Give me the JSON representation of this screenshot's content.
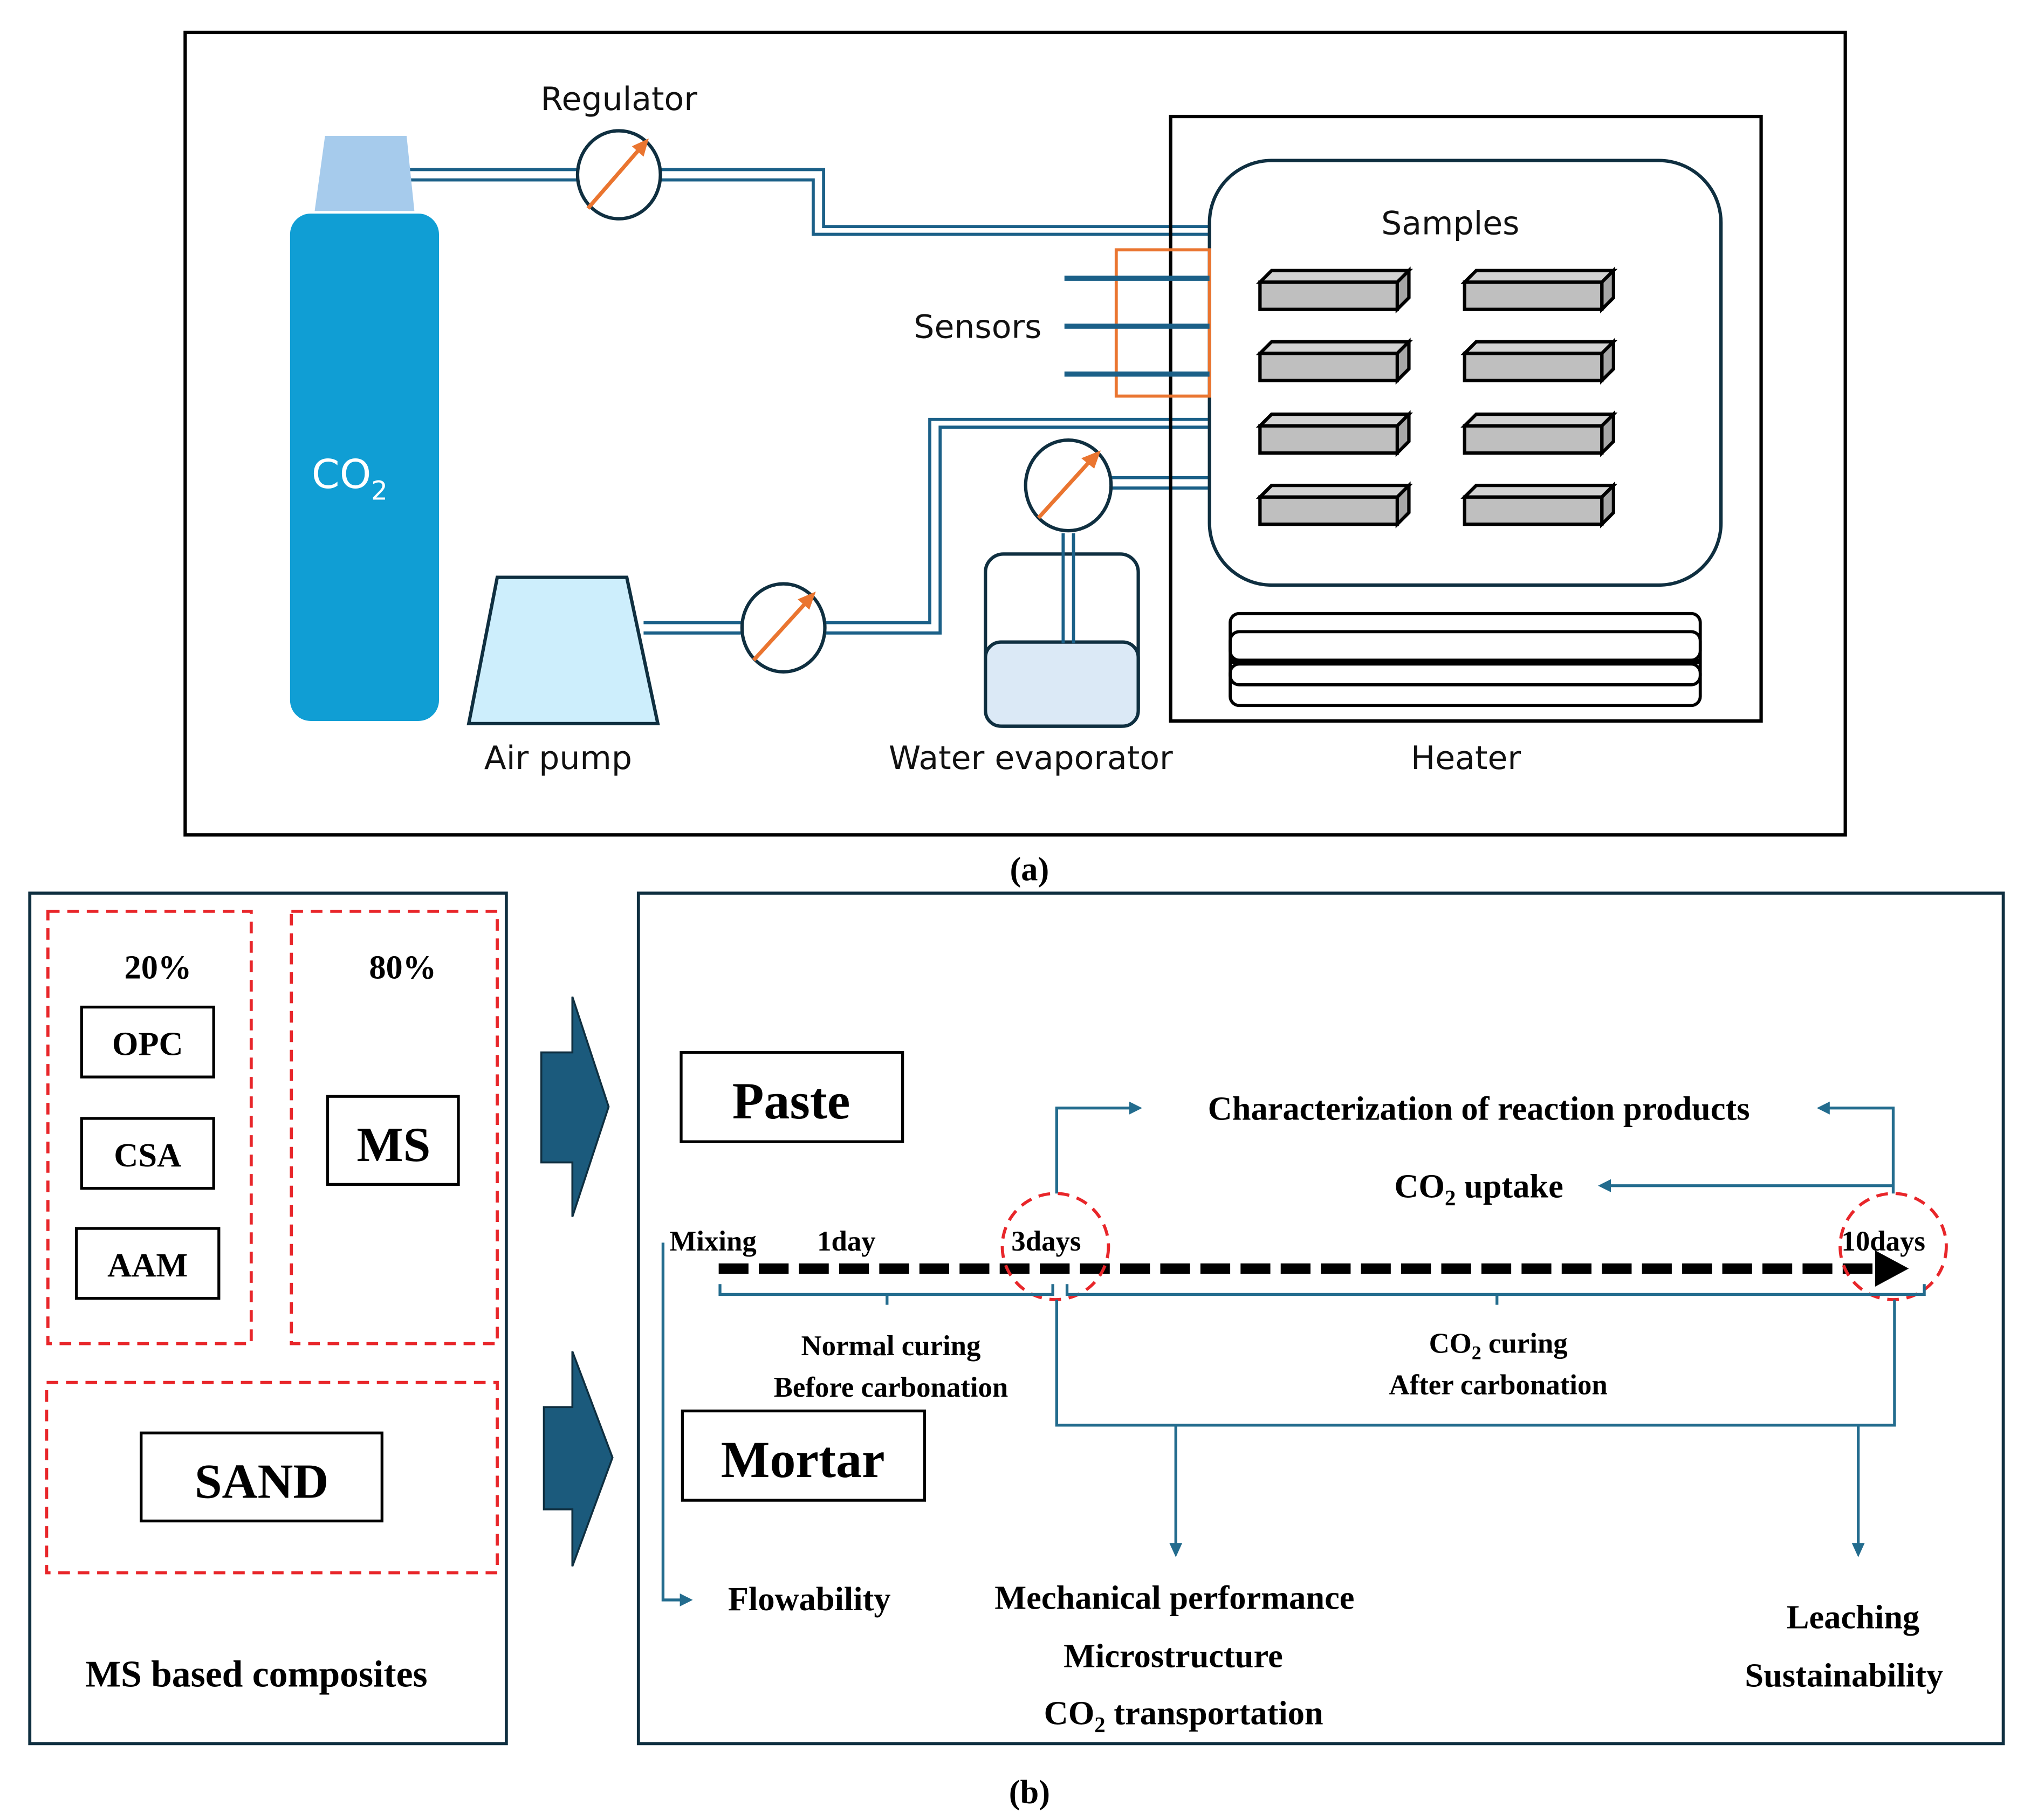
{
  "figure": {
    "panel_a": {
      "caption": "(a)",
      "labels": {
        "gas_tank": "CO",
        "gas_tank_sub": "2",
        "regulator": "Regulator",
        "sensors": "Sensors",
        "samples": "Samples",
        "air_pump": "Air pump",
        "water_evaporator": "Water evaporator",
        "heater": "Heater"
      },
      "sample_count": 8,
      "colors": {
        "tank": "#109ed4",
        "tank_cap": "#a6cbec",
        "pipe": "#1b6088",
        "gauge_needle": "#ea7530",
        "sensor_frame": "#ea7530",
        "air_pump": "#cdeefc",
        "water": "#dbe9f6",
        "sample_block": "#bfbfbf"
      }
    },
    "panel_b": {
      "caption": "(b)",
      "composites": {
        "title": "MS based composites",
        "binder_group": {
          "percent": "20%",
          "items": [
            "OPC",
            "CSA",
            "AAM"
          ]
        },
        "ms_group": {
          "percent": "80%",
          "item": "MS"
        },
        "sand_group": {
          "item": "SAND"
        }
      },
      "workflow": {
        "paste_label": "Paste",
        "mortar_label": "Mortar",
        "timeline": {
          "mixing": "Mixing",
          "day1": "1day",
          "day3": "3days",
          "day10": "10days"
        },
        "periods": {
          "normal_line1": "Normal curing",
          "normal_line2": "Before carbonation",
          "co2_line1_main": "CO",
          "co2_line1_sub": "2",
          "co2_line1_rest": " curing",
          "co2_line2": "After carbonation"
        },
        "paste_tests": {
          "characterization": "Characterization of reaction products",
          "uptake_main": "CO",
          "uptake_sub": "2",
          "uptake_rest": " uptake"
        },
        "mortar_tests": {
          "flowability": "Flowability",
          "mechanical": "Mechanical performance",
          "microstructure": "Microstructure",
          "transport_main": "CO",
          "transport_sub": "2",
          "transport_rest": " transportation",
          "leaching": "Leaching",
          "sustainability": "Sustainability"
        }
      },
      "colors": {
        "dashed_group": "#e8262a",
        "flow_line": "#236c8e",
        "big_arrow": "#1b5a7c"
      }
    }
  }
}
